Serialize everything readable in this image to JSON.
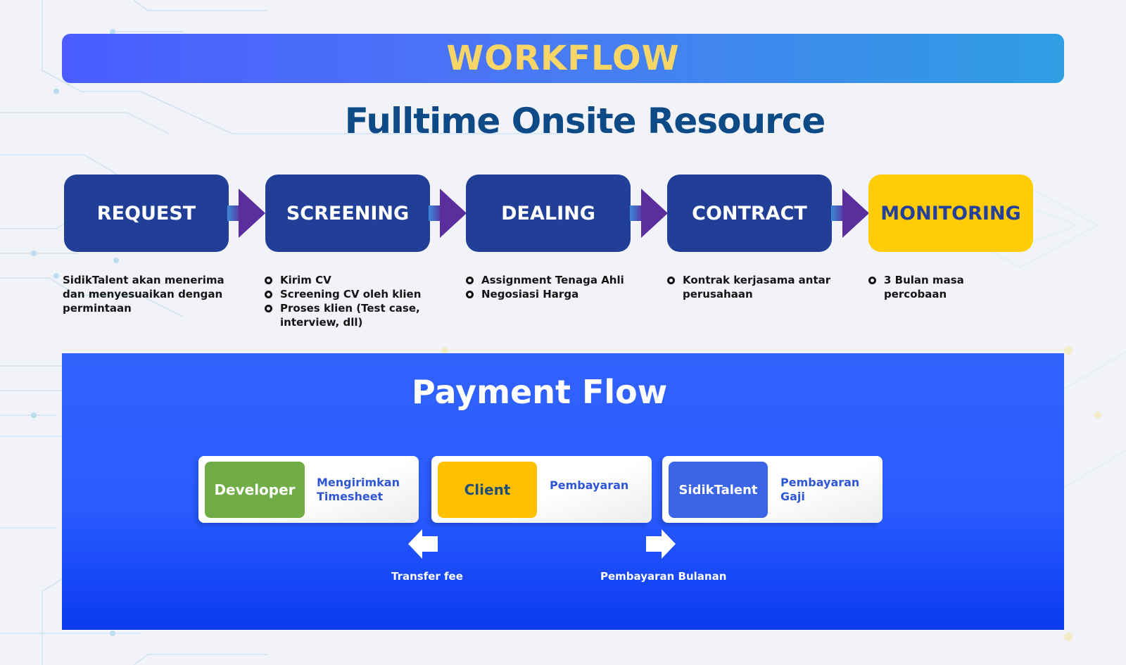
{
  "header": {
    "title": "WORKFLOW",
    "subtitle": "Fulltime Onsite Resource"
  },
  "workflow": {
    "steps": [
      {
        "label": "REQUEST",
        "highlight": false
      },
      {
        "label": "SCREENING",
        "highlight": false
      },
      {
        "label": "DEALING",
        "highlight": false
      },
      {
        "label": "CONTRACT",
        "highlight": false
      },
      {
        "label": "MONITORING",
        "highlight": true
      }
    ],
    "descriptions": {
      "request": "SidikTalent akan menerima dan menyesuaikan dengan permintaan",
      "screening": [
        "Kirim CV",
        "Screening CV oleh klien",
        "Proses klien (Test case, interview, dll)"
      ],
      "dealing": [
        "Assignment Tenaga Ahli",
        "Negosiasi Harga"
      ],
      "contract": [
        "Kontrak kerjasama antar perusahaan"
      ],
      "monitoring": [
        "3 Bulan masa percobaan"
      ]
    }
  },
  "payment": {
    "title": "Payment Flow",
    "cards": [
      {
        "role": "Developer",
        "action": "Mengirimkan Timesheet",
        "color": "#70ad47",
        "text_color": "#ffffff"
      },
      {
        "role": "Client",
        "action": "Pembayaran",
        "color": "#ffc000",
        "text_color": "#1f4e79"
      },
      {
        "role": "SidikTalent",
        "action": "Pembayaran Gaji",
        "color": "#3c64e6",
        "text_color": "#ffffff"
      }
    ],
    "flows": [
      {
        "label": "Transfer fee",
        "direction": "left"
      },
      {
        "label": "Pembayaran Bulanan",
        "direction": "right"
      }
    ]
  },
  "colors": {
    "step_bg": "#213f97",
    "step_highlight": "#ffcc05",
    "arrow": "#5a2e9c",
    "banner_title": "#f7d667",
    "subtitle": "#0d4a86",
    "payment_bg": "#2a5cff"
  }
}
